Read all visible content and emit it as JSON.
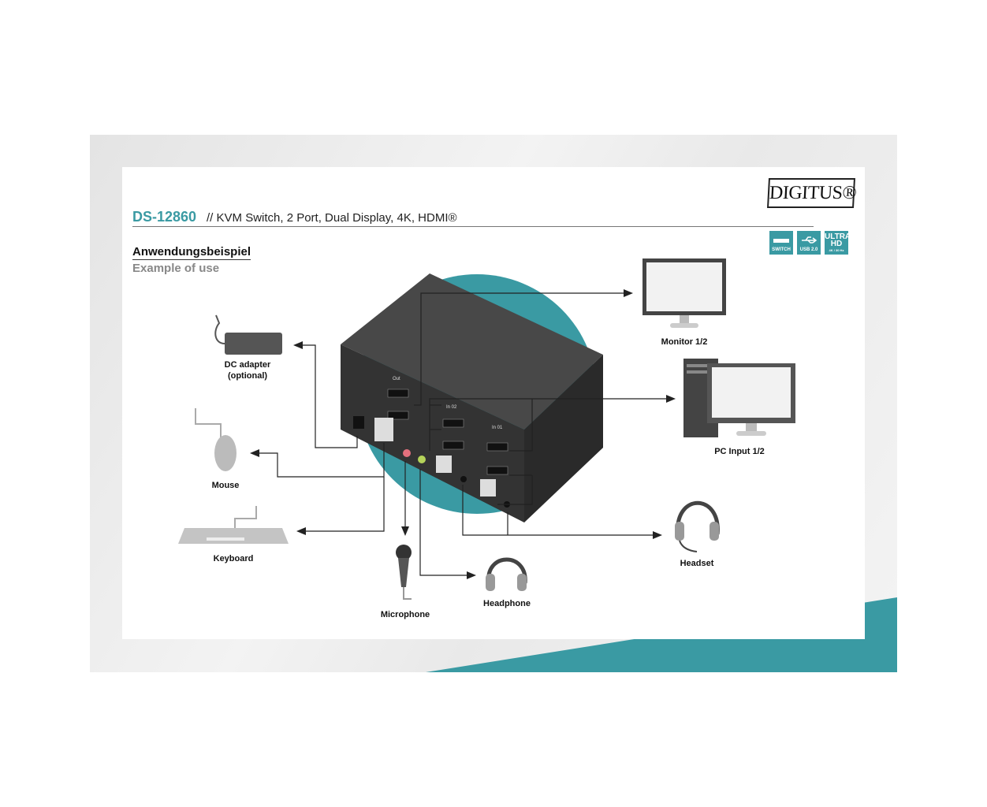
{
  "header": {
    "model": "DS-12860",
    "separator": "//",
    "title": "KVM Switch, 2 Port, Dual Display, 4K, HDMI®",
    "brand": "DIGITUS®"
  },
  "badges": [
    {
      "label": "SWITCH",
      "icon": "switch-icon"
    },
    {
      "label": "USB 2.0",
      "icon": "usb-icon"
    },
    {
      "label": "ULTRA HD",
      "sub": "4K / 30 Hz",
      "icon": "uhd-icon"
    }
  ],
  "section": {
    "heading_de": "Anwendungsbeispiel",
    "heading_en": "Example of use"
  },
  "device": {
    "ports": [
      "Out",
      "In 02",
      "In 01"
    ]
  },
  "labels": {
    "dc_adapter": "DC adapter",
    "dc_adapter_note": "(optional)",
    "mouse": "Mouse",
    "keyboard": "Keyboard",
    "microphone": "Microphone",
    "headphone": "Headphone",
    "headset": "Headset",
    "pc_input": "PC Input 1/2",
    "monitor": "Monitor 1/2"
  },
  "colors": {
    "accent": "#3a9aa3",
    "device": "#3a3a3a"
  }
}
